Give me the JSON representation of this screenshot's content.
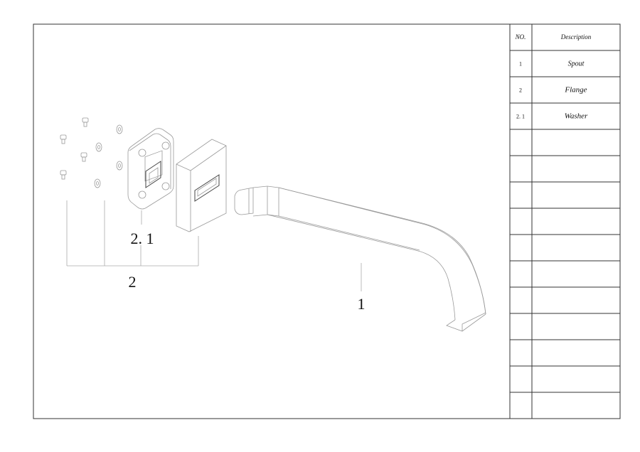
{
  "parts_table": {
    "header": {
      "no": "NO.",
      "description": "Description"
    },
    "rows": [
      {
        "no": "1",
        "description": "Spout"
      },
      {
        "no": "2",
        "description": "Flange"
      },
      {
        "no": "2. 1",
        "description": "Washer"
      },
      {
        "no": "",
        "description": ""
      },
      {
        "no": "",
        "description": ""
      },
      {
        "no": "",
        "description": ""
      },
      {
        "no": "",
        "description": ""
      },
      {
        "no": "",
        "description": ""
      },
      {
        "no": "",
        "description": ""
      },
      {
        "no": "",
        "description": ""
      },
      {
        "no": "",
        "description": ""
      },
      {
        "no": "",
        "description": ""
      },
      {
        "no": "",
        "description": ""
      },
      {
        "no": "",
        "description": ""
      }
    ]
  },
  "callouts": {
    "washer": "2. 1",
    "flange": "2",
    "spout": "1"
  }
}
